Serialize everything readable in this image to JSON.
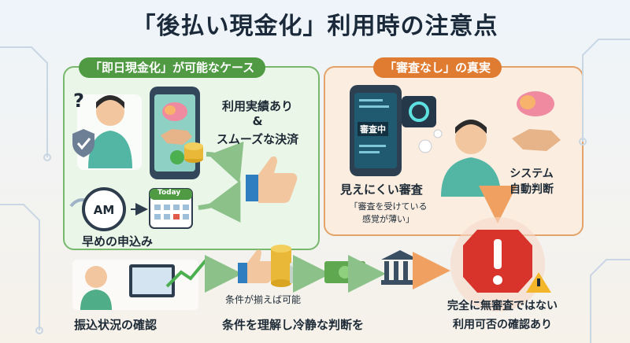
{
  "title": "「後払い現金化」利用時の注意点",
  "left_panel": {
    "heading": "「即日現金化」が可能なケース",
    "record_line1": "利用実績あり",
    "record_amp": "&",
    "record_line2": "スムーズな決済",
    "alarm_text": "AM",
    "calendar_text": "Today",
    "early_apply": "早めの申込み"
  },
  "right_panel": {
    "heading": "「審査なし」の真実",
    "phone_badge": "審査中",
    "hard_to_see": "見えにくい審査",
    "feeling_quote_line1": "「審査を受けている",
    "feeling_quote_line2": "感覚が薄い」",
    "system_line1": "システム",
    "system_line2": "自動判断"
  },
  "bottom": {
    "transfer_check": "振込状況の確認",
    "conditions_met": "条件が揃えば可能",
    "understand_conditions": "条件を理解し冷静な判断を",
    "not_no_review_line1": "完全に無審査ではない",
    "not_no_review_line2": "利用可否の確認あり"
  },
  "colors": {
    "green_accent": "#4f9a43",
    "orange_accent": "#e07b32",
    "warning_red": "#d9342b"
  },
  "icons": [
    "question-icon",
    "shield-check-icon",
    "brain-icon",
    "handshake-icon",
    "coin-stack-icon",
    "thumbs-up-icon",
    "alarm-clock-icon",
    "calendar-icon",
    "chart-icon",
    "money-icon",
    "bank-icon",
    "gear-icon",
    "thought-bubble-icon",
    "warning-icon"
  ]
}
